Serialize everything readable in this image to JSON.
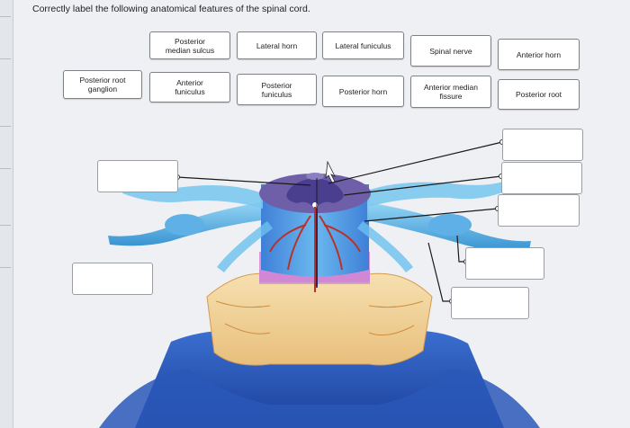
{
  "instruction": "Correctly label the following anatomical features of the spinal cord.",
  "label_bank": [
    {
      "id": "posterior-median-sulcus",
      "text": "Posterior\nmedian sulcus"
    },
    {
      "id": "lateral-horn",
      "text": "Lateral horn"
    },
    {
      "id": "lateral-funiculus",
      "text": "Lateral funiculus"
    },
    {
      "id": "spinal-nerve",
      "text": "Spinal nerve"
    },
    {
      "id": "anterior-horn",
      "text": "Anterior horn"
    },
    {
      "id": "posterior-root-ganglion",
      "text": "Posterior root\nganglion"
    },
    {
      "id": "anterior-funiculus",
      "text": "Anterior\nfuniculus"
    },
    {
      "id": "posterior-funiculus",
      "text": "Posterior\nfuniculus"
    },
    {
      "id": "posterior-horn",
      "text": "Posterior horn"
    },
    {
      "id": "anterior-median-fissure",
      "text": "Anterior median\nfissure"
    },
    {
      "id": "posterior-root",
      "text": "Posterior root"
    }
  ],
  "drop_targets": [
    {
      "id": "left-upper",
      "value": ""
    },
    {
      "id": "left-lower",
      "value": ""
    },
    {
      "id": "right-1",
      "value": ""
    },
    {
      "id": "right-2",
      "value": ""
    },
    {
      "id": "right-3",
      "value": ""
    },
    {
      "id": "right-4",
      "value": ""
    },
    {
      "id": "right-5",
      "value": ""
    }
  ],
  "colors": {
    "nerve_blue": "#5fb8e8",
    "cord_purple": "#6f5fa8",
    "gray_matter": "#4a3f8f",
    "pia_pink": "#e58fd0",
    "dura_yellow": "#f2d59a",
    "vessel_red": "#b8322b",
    "body_blue": "#2b59b8"
  }
}
